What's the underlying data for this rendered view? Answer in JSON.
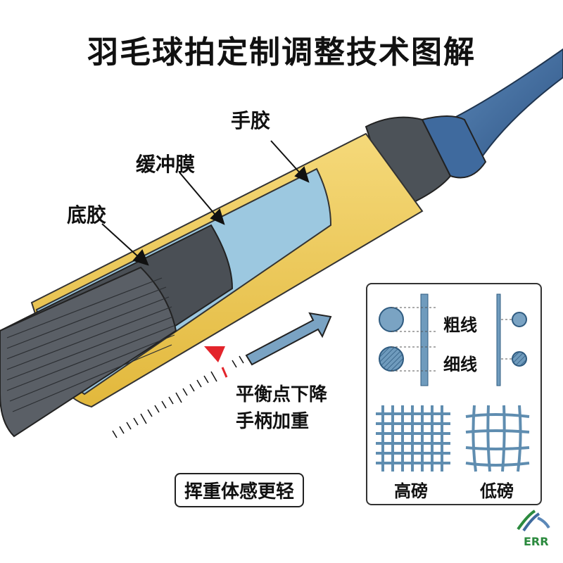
{
  "title": "羽毛球拍定制调整技术图解",
  "layers": {
    "grip_tape": "手胶",
    "cushion_film": "缓冲膜",
    "base_tape": "底胶"
  },
  "balance_note": {
    "line1": "平衡点下降",
    "line2": "手柄加重"
  },
  "swing_badge": "挥重体感更轻",
  "inset": {
    "thick_string": "粗线",
    "thin_string": "细线",
    "high_tension": "高磅",
    "low_tension": "低磅"
  },
  "logo": "ERR",
  "colors": {
    "grip_yellow": "#EBC24A",
    "cushion_blue": "#9CC8E0",
    "base_dark": "#4A4F55",
    "shaft_blue": "#3F6A9E",
    "marker_red": "#E3242B",
    "string_blue": "#5F8DB0"
  }
}
